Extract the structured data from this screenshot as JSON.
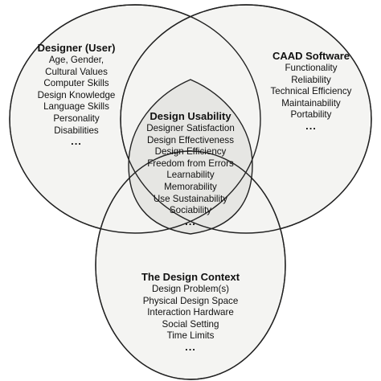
{
  "diagram": {
    "colors": {
      "outer_fill": "#f4f4f2",
      "center_fill": "#e6e6e3",
      "stroke": "#222222"
    },
    "designer": {
      "title": "Designer (User)",
      "items": [
        "Age, Gender,",
        "Cultural Values",
        "Computer Skills",
        "Design Knowledge",
        "Language Skills",
        "Personality",
        "Disabilities"
      ],
      "ellipsis": "..."
    },
    "software": {
      "title": "CAAD Software",
      "items": [
        "Functionality",
        "Reliability",
        "Technical Efficiency",
        "Maintainability",
        "Portability"
      ],
      "ellipsis": "..."
    },
    "usability": {
      "title": "Design Usability",
      "items": [
        "Designer Satisfaction",
        "Design Effectiveness",
        "Design Efficiency",
        "Freedom from Errors",
        "Learnability",
        "Memorability",
        "Use Sustainability",
        "Sociability"
      ],
      "ellipsis": "..."
    },
    "context": {
      "title": "The Design Context",
      "items": [
        "Design Problem(s)",
        "Physical Design Space",
        "Interaction Hardware",
        "Social Setting",
        "Time Limits"
      ],
      "ellipsis": "..."
    }
  }
}
